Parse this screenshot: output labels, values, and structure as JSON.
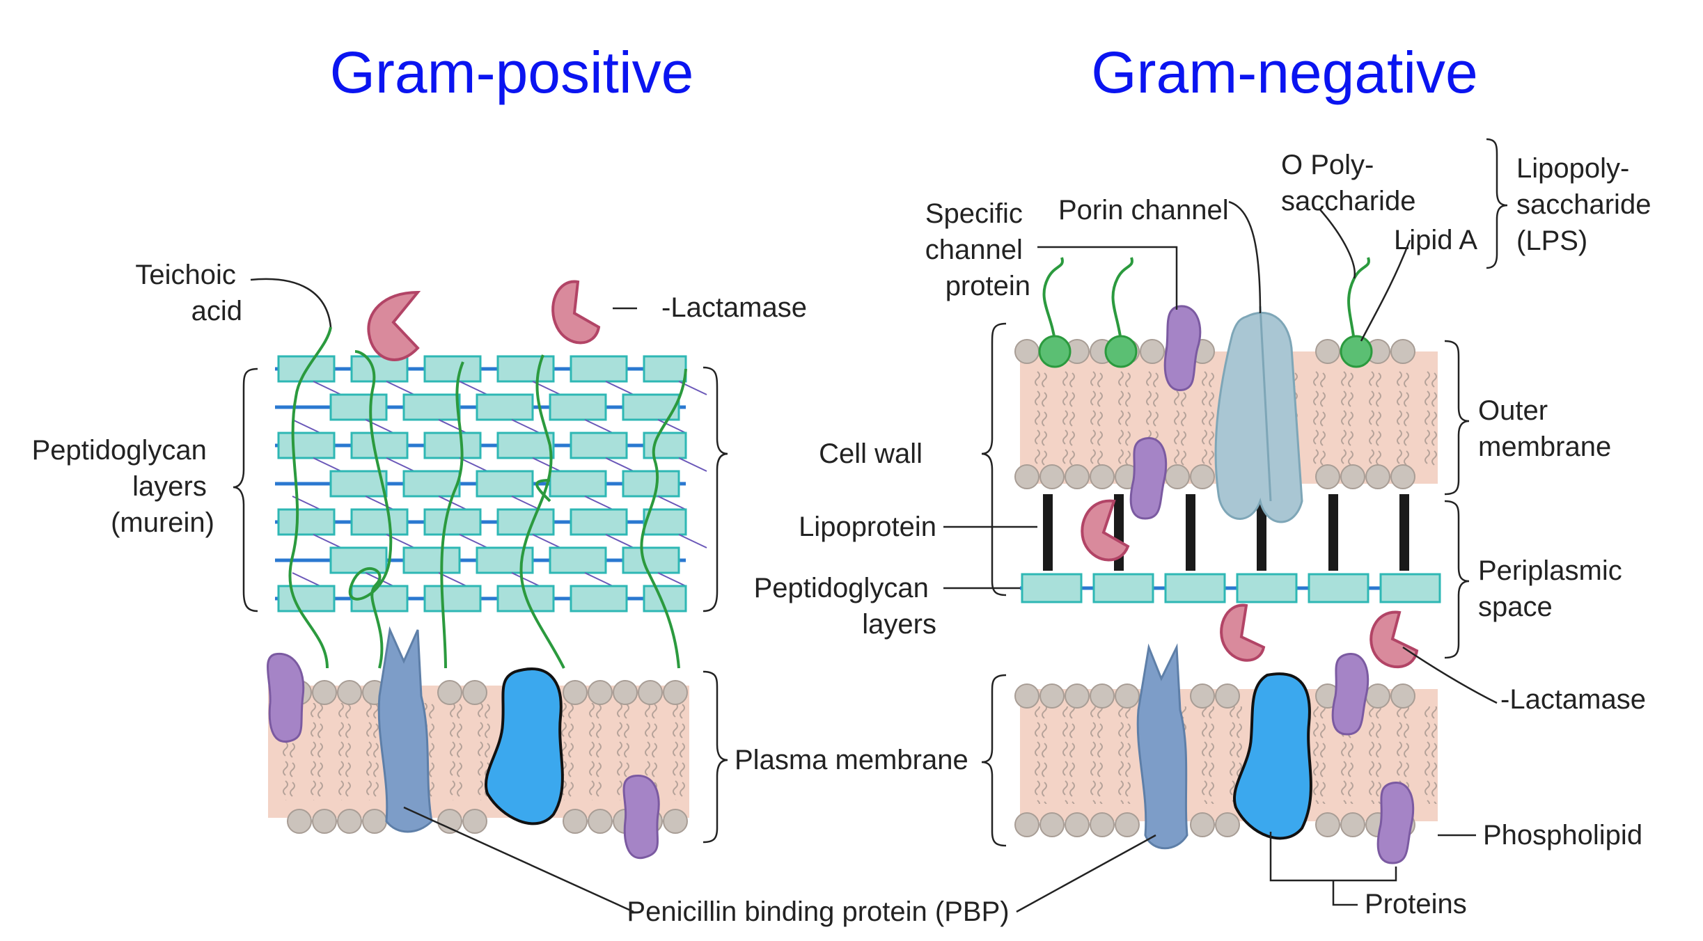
{
  "titles": {
    "gram_positive": "Gram-positive",
    "gram_negative": "Gram-negative"
  },
  "gram_positive_labels": {
    "teichoic_acid": [
      "Teichoic",
      "acid"
    ],
    "beta_lactamase": "-Lactamase",
    "peptidoglycan": [
      "Peptidoglycan",
      "layers",
      "(murein)"
    ],
    "plasma_membrane": "Plasma membrane"
  },
  "gram_negative_labels": {
    "specific_channel": [
      "Specific",
      "channel",
      "protein"
    ],
    "porin_channel": "Porin channel",
    "o_polysaccharide": [
      "O Poly-",
      "saccharide"
    ],
    "lipid_a": "Lipid A",
    "lps": [
      "Lipopoly-",
      "saccharide",
      "(LPS)"
    ],
    "outer_membrane": [
      "Outer",
      "membrane"
    ],
    "cell_wall": "Cell wall",
    "lipoprotein": "Lipoprotein",
    "peptidoglycan": [
      "Peptidoglycan",
      "layers"
    ],
    "periplasmic_space": [
      "Periplasmic",
      "space"
    ],
    "beta_lactamase": "-Lactamase",
    "phospholipid": "Phospholipid",
    "proteins": "Proteins"
  },
  "shared_labels": {
    "pbp": "Penicillin binding protein (PBP)"
  },
  "colors": {
    "title_blue": "#0a14f0",
    "membrane_fill": "#f3d3c6",
    "phospholipid_head": "#cbc3bc",
    "peptidoglycan_fill": "#a9e0da",
    "peptidoglycan_stroke": "#2eb7b4",
    "crosslink_blue": "#2a78d0",
    "crosslink_purple": "#6a57b8",
    "teichoic_green": "#2b9a3e",
    "lactamase_pink": "#d98a9c",
    "lactamase_stroke": "#b24466",
    "purple_protein": "#a584c6",
    "pbp_blue": "#7d9dc8",
    "blue_protein": "#3ba8ee",
    "porin_blue": "#a9c6d3",
    "lps_green": "#5bbf73",
    "lipoprotein_black": "#1a1a1a",
    "label_text": "#222222"
  }
}
